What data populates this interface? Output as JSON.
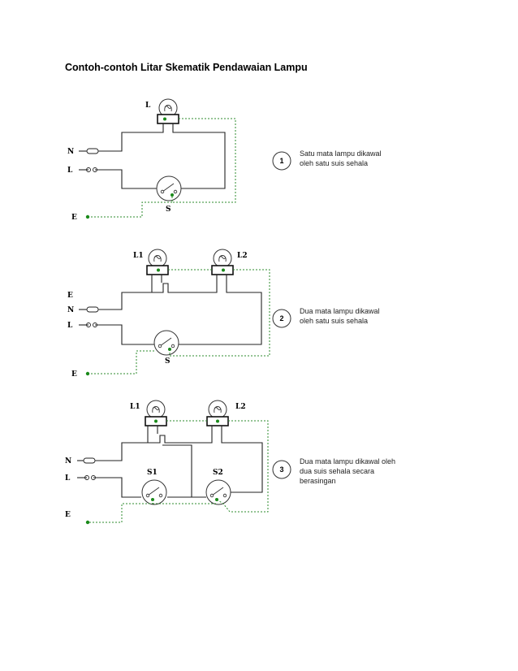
{
  "title": "Contoh-contoh Litar Skematik Pendawaian Lampu",
  "diagrams": [
    {
      "number": "1",
      "caption": [
        "Satu mata lampu dikawal",
        "oleh satu suis sehala"
      ],
      "labels": {
        "lamp": "L",
        "neutral": "N",
        "live": "L",
        "switch": "S",
        "earth": "E"
      }
    },
    {
      "number": "2",
      "caption": [
        "Dua mata lampu dikawal",
        "oleh satu suis sehala"
      ],
      "labels": {
        "lamp1": "L1",
        "lamp2": "L2",
        "earth_top": "E",
        "neutral": "N",
        "live": "L",
        "switch": "S",
        "earth": "E"
      }
    },
    {
      "number": "3",
      "caption": [
        "Dua mata lampu dikawal oleh",
        "dua suis sehala secara",
        "berasingan"
      ],
      "labels": {
        "lamp1": "L1",
        "lamp2": "L2",
        "neutral": "N",
        "live": "L",
        "switch1": "S1",
        "switch2": "S2",
        "earth": "E"
      }
    }
  ],
  "colors": {
    "earth_wire": "#2e8b2e",
    "wire": "#222222"
  }
}
